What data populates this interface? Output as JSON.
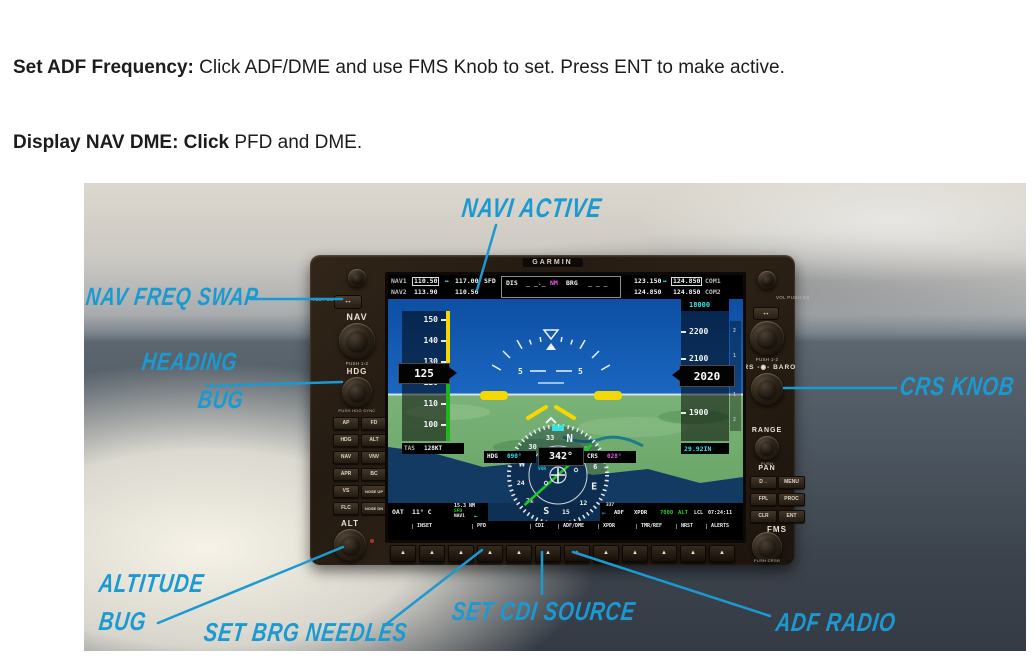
{
  "instructions": {
    "line1_bold": "Set ADF Frequency:",
    "line1_text": " Click ADF/DME and use FMS Knob to set. Press ENT to make active.",
    "line2_bold": "Display NAV DME: Click",
    "line2_text": " PFD and DME."
  },
  "annotations": {
    "accent_color": "#1b9ad2",
    "nav1_active": "NAVI ACTIVE",
    "nav_freq_swap": "NAV FREQ SWAP",
    "heading_line1": "HEADING",
    "heading_line2": "BUG",
    "crs_knob": "CRS KNOB",
    "altitude_line1": "ALTITUDE",
    "altitude_line2": "BUG",
    "set_brg_needles": "SET BRG NEEDLES",
    "set_cdi_source": "SET CDI SOURCE",
    "adf_radio": "ADF RADIO"
  },
  "device": {
    "brand": "GARMIN",
    "softkey_arrow": "▲",
    "left": {
      "vol_label": "VOL PUSH ID",
      "swap_symbol": "↔",
      "nav_label": "NAV",
      "nav_push": "PUSH 1-2",
      "hdg_label": "HDG",
      "hdg_push": "PUSH HDG SYNC",
      "alt_label": "ALT",
      "afcs": [
        [
          "AP",
          "FD"
        ],
        [
          "HDG",
          "ALT"
        ],
        [
          "NAV",
          "VNV"
        ],
        [
          "APR",
          "BC"
        ],
        [
          "VS",
          "NOSE UP"
        ],
        [
          "FLC",
          "NOSE DN"
        ]
      ]
    },
    "right": {
      "vol_label": "VOL PUSH SQ",
      "swap_symbol": "↔",
      "com_push": "PUSH 1-2",
      "crs_baro_label": "CRS -◉- BARO",
      "range_label": "RANGE",
      "push_label": "PUSH",
      "pan_label": "PAN",
      "buttons": [
        [
          "D→",
          "MENU"
        ],
        [
          "FPL",
          "PROC"
        ],
        [
          "CLR",
          "ENT"
        ]
      ],
      "fms_label": "FMS",
      "fms_push": "PUSH CRSR"
    }
  },
  "pfd": {
    "colors": {
      "cyan": "#35e2e8",
      "magenta": "#e65ae6",
      "green": "#27d427",
      "sky": "#1a66c0",
      "terrain": "#74ad72",
      "water": "#123a63"
    },
    "nav1_label": "NAV1",
    "nav1_standby": "110.50",
    "nav1_active": "117.00",
    "nav1_id": "SFD",
    "nav2_label": "NAV2",
    "nav2_standby": "113.90",
    "nav2_active": "110.50",
    "swap_symbol": "↔",
    "dis_label": "DIS",
    "dis_dashes": "_ _._",
    "nm_label": "NM",
    "brg_label": "BRG",
    "brg_dashes": "_ _ _",
    "com1_active": "123.150",
    "com1_standby": "124.850",
    "com1_label": "COM1",
    "com2_active": "124.850",
    "com2_standby": "124.850",
    "com2_label": "COM2",
    "airspeed_ticks": [
      "150",
      "140",
      "130",
      "120",
      "110",
      "100"
    ],
    "airspeed_current": "125",
    "tas_label": "TAS",
    "tas_value": "128KT",
    "pitch_num": "5",
    "sel_alt": "18000",
    "alt_ticks": [
      "2200",
      "2100",
      "1900"
    ],
    "alt_current": "2020",
    "vsi_marks": [
      "2",
      "1",
      "1",
      "2"
    ],
    "baro": "29.92IN",
    "hdg_label": "HDG",
    "hdg_bug_value": "090°",
    "heading_value": "342°",
    "crs_label": "CRS",
    "crs_value": "028°",
    "compass": {
      "n": "N",
      "e": "E",
      "s": "S",
      "w": "W",
      "n3": "3",
      "n6": "6",
      "n12": "12",
      "n15": "15",
      "n21": "21",
      "n24": "24",
      "n30": "30",
      "n33": "33",
      "vor": "VOR"
    },
    "oat_label": "OAT",
    "oat_value": "11° C",
    "brg1_dist": "15.3 NM",
    "brg1_id": "SFD",
    "brg1_src": "NAV1",
    "brg1_arrow": "←",
    "brg2_freq": "337",
    "brg2_src": "ADF",
    "brg2_arrow": "⇐",
    "xpdr_label": "XPDR",
    "xpdr_code": "7000",
    "xpdr_mode": "ALT",
    "lcl_label": "LCL",
    "lcl_time": "07:24:11",
    "softkeys": [
      "INSET",
      "PFD",
      "CDI",
      "ADF/DME",
      "XPDR",
      "TMR/REF",
      "NRST",
      "ALERTS"
    ]
  }
}
